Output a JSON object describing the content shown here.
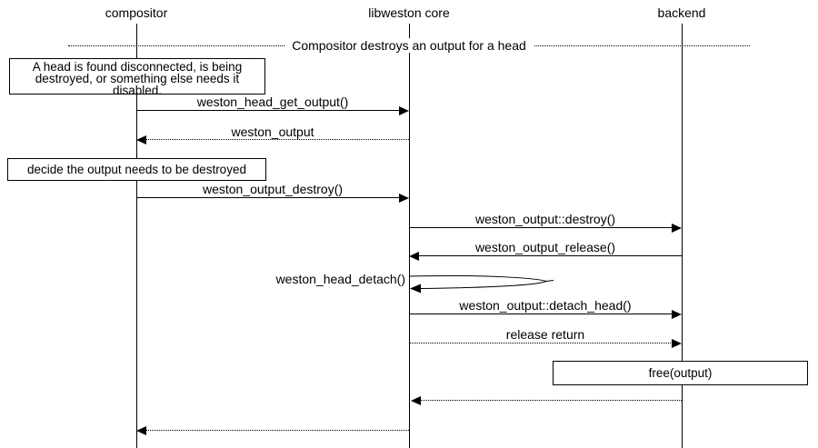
{
  "diagram": {
    "kind": "uml-sequence-diagram",
    "colors": {
      "line": "#000000",
      "background": "#ffffff",
      "text": "#000000"
    },
    "participants": [
      {
        "label": "compositor"
      },
      {
        "label": "libweston core"
      },
      {
        "label": "backend"
      }
    ],
    "divider": {
      "label": "Compositor destroys an output for a head"
    },
    "notes": [
      {
        "lines": [
          "A head is found disconnected, is being",
          "destroyed, or something else needs it",
          "disabled."
        ],
        "over": "compositor"
      },
      {
        "text": "decide the output needs to be destroyed",
        "over": "compositor"
      },
      {
        "text": "free(output)",
        "over": "backend"
      }
    ],
    "messages": [
      {
        "label": "weston_head_get_output()",
        "from": "compositor",
        "to": "libweston core",
        "style": "solid"
      },
      {
        "label": "weston_output",
        "from": "libweston core",
        "to": "compositor",
        "style": "dotted"
      },
      {
        "label": "weston_output_destroy()",
        "from": "compositor",
        "to": "libweston core",
        "style": "solid"
      },
      {
        "label": "weston_output::destroy()",
        "from": "libweston core",
        "to": "backend",
        "style": "solid"
      },
      {
        "label": "weston_output_release()",
        "from": "backend",
        "to": "libweston core",
        "style": "solid"
      },
      {
        "label": "weston_head_detach()",
        "from": "libweston core",
        "to": "libweston core",
        "style": "self"
      },
      {
        "label": "weston_output::detach_head()",
        "from": "libweston core",
        "to": "backend",
        "style": "solid"
      },
      {
        "label": "release return",
        "from": "libweston core",
        "to": "backend",
        "style": "dotted"
      },
      {
        "label": "",
        "from": "backend",
        "to": "libweston core",
        "style": "dotted"
      },
      {
        "label": "",
        "from": "libweston core",
        "to": "compositor",
        "style": "dotted"
      }
    ]
  }
}
